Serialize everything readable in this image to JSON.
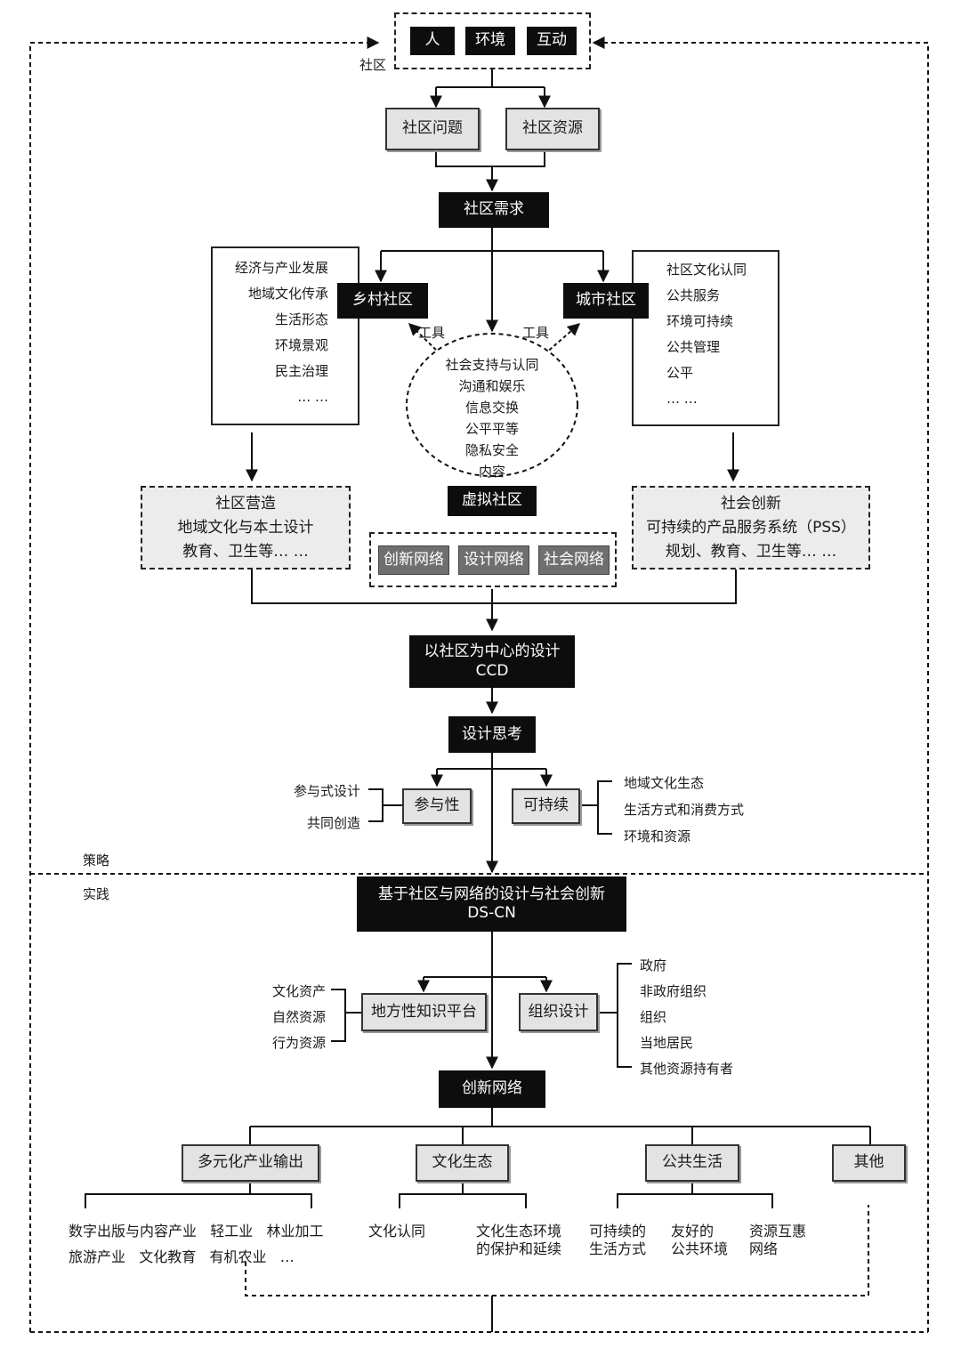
{
  "top": {
    "person": "人",
    "environment": "环境",
    "interaction": "互动",
    "community_label": "社区"
  },
  "level1": {
    "problem": "社区问题",
    "resource": "社区资源",
    "demand": "社区需求"
  },
  "rural": {
    "title": "乡村社区",
    "list": [
      "经济与产业发展",
      "地域文化传承",
      "生活形态",
      "环境景观",
      "民主治理",
      "… …"
    ]
  },
  "urban": {
    "title": "城市社区",
    "list": [
      "社区文化认同",
      "公共服务",
      "环境可持续",
      "公共管理",
      "公平",
      "… …"
    ]
  },
  "tool_left": "工具",
  "tool_right": "工具",
  "circle": [
    "社会支持与认同",
    "沟通和娱乐",
    "信息交换",
    "公平平等",
    "隐私安全",
    "内容"
  ],
  "virtual": {
    "title": "虚拟社区",
    "networks": [
      "创新网络",
      "设计网络",
      "社会网络"
    ]
  },
  "rural_outcome": [
    "社区营造",
    "地域文化与本土设计",
    "教育、卫生等… …"
  ],
  "urban_outcome": [
    "社会创新",
    "可持续的产品服务系统（PSS）",
    "规划、教育、卫生等… …"
  ],
  "ccd": {
    "line1": "以社区为中心的设计",
    "line2": "CCD"
  },
  "design_thinking": "设计思考",
  "participation": {
    "title": "参与性",
    "items": [
      "参与式设计",
      "共同创造"
    ]
  },
  "sustainability": {
    "title": "可持续",
    "items": [
      "地域文化生态",
      "生活方式和消费方式",
      "环境和资源"
    ]
  },
  "labels": {
    "strategy": "策略",
    "practice": "实践"
  },
  "dscn": {
    "line1": "基于社区与网络的设计与社会创新",
    "line2": "DS-CN"
  },
  "platform": {
    "title": "地方性知识平台",
    "items": [
      "文化资产",
      "自然资源",
      "行为资源"
    ]
  },
  "org": {
    "title": "组织设计",
    "items": [
      "政府",
      "非政府组织",
      "组织",
      "当地居民",
      "其他资源持有者"
    ]
  },
  "innovation_network": "创新网络",
  "outputs": {
    "industry": {
      "title": "多元化产业输出",
      "row1": "数字出版与内容产业   轻工业   林业加工",
      "row2": "旅游产业   文化教育   有机农业   …"
    },
    "culture": {
      "title": "文化生态",
      "item1": "文化认同",
      "item2_l1": "文化生态环境",
      "item2_l2": "的保护和延续"
    },
    "public": {
      "title": "公共生活",
      "a1": "可持续的",
      "a2": "生活方式",
      "b1": "友好的",
      "b2": "公共环境",
      "c1": "资源互惠",
      "c2": "网络"
    },
    "other": {
      "title": "其他"
    }
  }
}
